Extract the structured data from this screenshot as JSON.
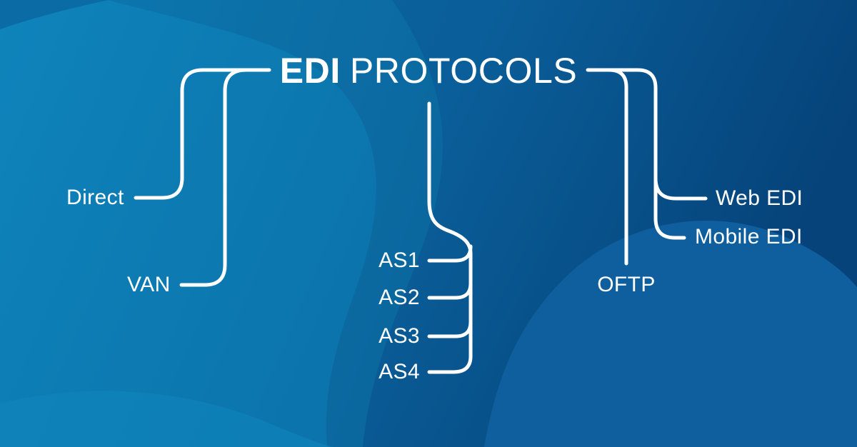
{
  "title": {
    "bold": "EDI",
    "regular": "PROTOCOLS",
    "full": "EDI PROTOCOLS"
  },
  "nodes": {
    "direct": "Direct",
    "van": "VAN",
    "as1": "AS1",
    "as2": "AS2",
    "as3": "AS3",
    "as4": "AS4",
    "oftp": "OFTP",
    "web_edi": "Web EDI",
    "mobile_edi": "Mobile EDI"
  },
  "diagram": {
    "type": "tree",
    "root": "EDI PROTOCOLS",
    "branches": {
      "left": [
        "Direct",
        "VAN"
      ],
      "center": [
        "AS1",
        "AS2",
        "AS3",
        "AS4"
      ],
      "right": [
        "OFTP"
      ],
      "far_right": [
        "Web EDI",
        "Mobile EDI"
      ]
    }
  },
  "colors": {
    "line": "#FFFFFF",
    "text": "#FFFFFF",
    "bg_light": "#0E83BA",
    "bg_medium": "#0C74AC",
    "bg_dark": "#0A5E99",
    "bg_darkest": "#06437A",
    "bg_teardrop": "#0F5F9E"
  }
}
